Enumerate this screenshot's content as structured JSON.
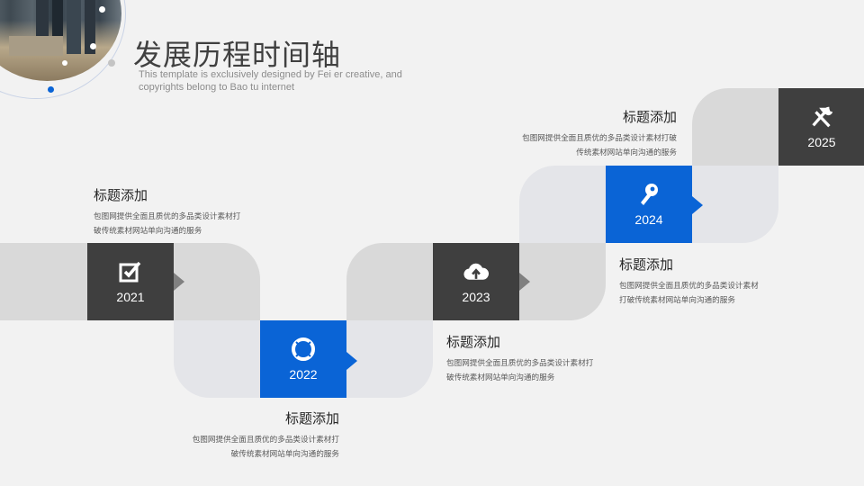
{
  "header": {
    "title": "发展历程时间轴",
    "subtitle": "This template is exclusively designed by Fei er creative, and copyrights belong to Bao tu internet"
  },
  "colors": {
    "background": "#f2f2f2",
    "dark": "#3f3f3f",
    "blue": "#0a64d6",
    "grey": "#d9d9d9",
    "light": "#e4e5e9"
  },
  "milestones": [
    {
      "year": "2021",
      "icon": "checkbox-icon",
      "title": "标题添加",
      "desc_line1": "包图网提供全面且质优的多品类设计素材打",
      "desc_line2": "破传统素材网站单向沟通的服务"
    },
    {
      "year": "2022",
      "icon": "lifebuoy-icon",
      "title": "标题添加",
      "desc_line1": "包图网提供全面且质优的多品类设计素材打",
      "desc_line2": "破传统素材网站单向沟通的服务"
    },
    {
      "year": "2023",
      "icon": "cloud-upload-icon",
      "title": "标题添加",
      "desc_line1": "包图网提供全面且质优的多品类设计素材打",
      "desc_line2": "破传统素材网站单向沟通的服务"
    },
    {
      "year": "2024",
      "icon": "key-icon",
      "title": "标题添加",
      "desc_line1": "包图网提供全面且质优的多品类设计素材",
      "desc_line2": "打破传统素材网站单向沟通的服务"
    },
    {
      "year": "2025",
      "icon": "tools-icon",
      "title": "标题添加",
      "desc_line1": "包图网提供全面且质优的多品类设计素材打破",
      "desc_line2": "传统素材网站单向沟通的服务"
    }
  ]
}
